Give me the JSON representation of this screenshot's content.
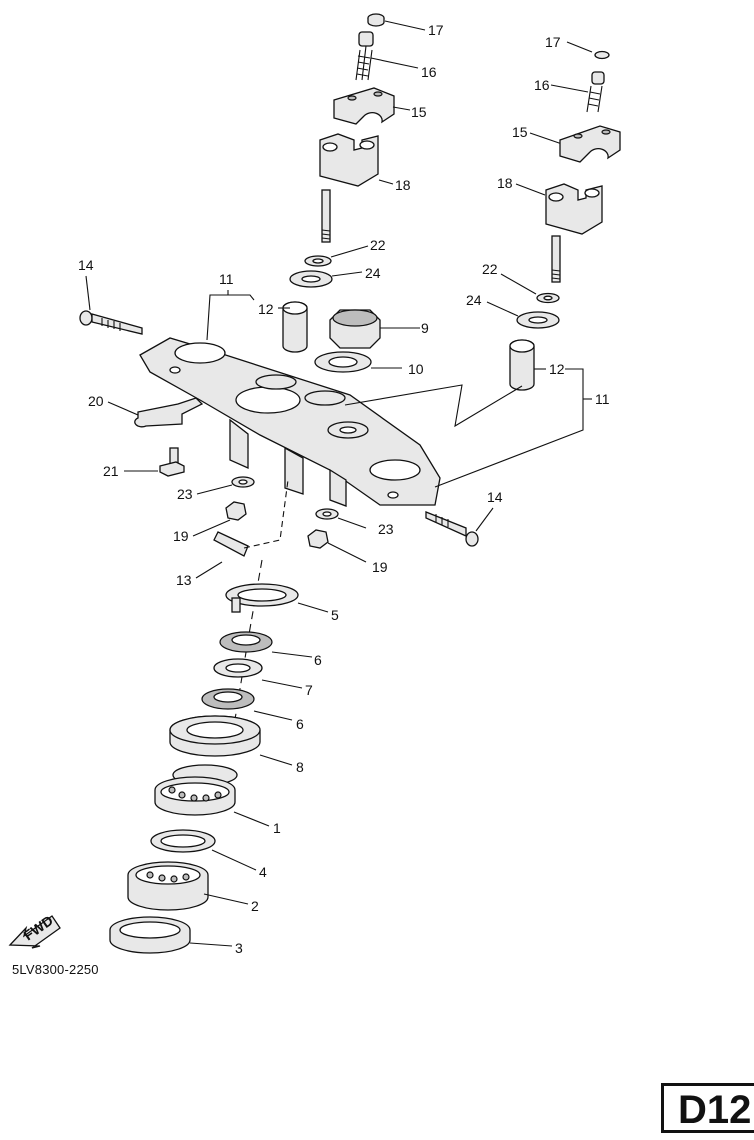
{
  "diagram": {
    "part_code": "5LV8300-2250",
    "page_label": "D12",
    "fwd_label": "FWD",
    "callouts": [
      {
        "id": "c17a",
        "text": "17"
      },
      {
        "id": "c16a",
        "text": "16"
      },
      {
        "id": "c15a",
        "text": "15"
      },
      {
        "id": "c18a",
        "text": "18"
      },
      {
        "id": "c22a",
        "text": "22"
      },
      {
        "id": "c24a",
        "text": "24"
      },
      {
        "id": "c11a",
        "text": "11"
      },
      {
        "id": "c12a",
        "text": "12"
      },
      {
        "id": "c9",
        "text": "9"
      },
      {
        "id": "c10",
        "text": "10"
      },
      {
        "id": "c14a",
        "text": "14"
      },
      {
        "id": "c20",
        "text": "20"
      },
      {
        "id": "c21",
        "text": "21"
      },
      {
        "id": "c23a",
        "text": "23"
      },
      {
        "id": "c19a",
        "text": "19"
      },
      {
        "id": "c13",
        "text": "13"
      },
      {
        "id": "c17b",
        "text": "17"
      },
      {
        "id": "c16b",
        "text": "16"
      },
      {
        "id": "c15b",
        "text": "15"
      },
      {
        "id": "c18b",
        "text": "18"
      },
      {
        "id": "c22b",
        "text": "22"
      },
      {
        "id": "c24b",
        "text": "24"
      },
      {
        "id": "c12b",
        "text": "12"
      },
      {
        "id": "c11b",
        "text": "11"
      },
      {
        "id": "c14b",
        "text": "14"
      },
      {
        "id": "c23b",
        "text": "23"
      },
      {
        "id": "c19b",
        "text": "19"
      },
      {
        "id": "c5",
        "text": "5"
      },
      {
        "id": "c6a",
        "text": "6"
      },
      {
        "id": "c7",
        "text": "7"
      },
      {
        "id": "c6b",
        "text": "6"
      },
      {
        "id": "c8",
        "text": "8"
      },
      {
        "id": "c1",
        "text": "1"
      },
      {
        "id": "c4",
        "text": "4"
      },
      {
        "id": "c2",
        "text": "2"
      },
      {
        "id": "c3",
        "text": "3"
      }
    ]
  }
}
